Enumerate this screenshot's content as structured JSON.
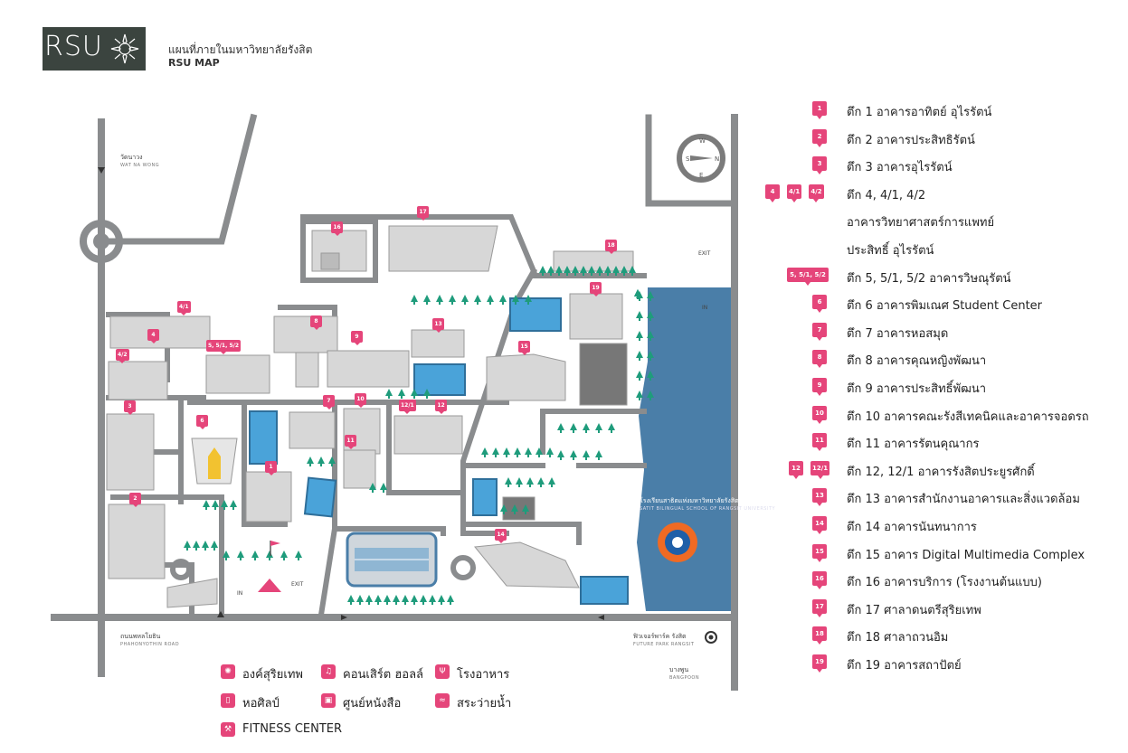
{
  "header": {
    "logo_text": "RSU",
    "title_th": "แผนที่ภายในมหาวิทยาลัยรังสิต",
    "title_en": "RSU MAP"
  },
  "map_labels": {
    "wat_na_wong_th": "วัดนาวง",
    "wat_na_wong_en": "WAT NA WONG",
    "phahonyothin_th": "ถนนพหลโยธิน",
    "phahonyothin_en": "PHAHONYOTHIN ROAD",
    "future_park_th": "ฟิวเจอร์พาร์ค รังสิต",
    "future_park_en": "FUTURE PARK RANGSIT",
    "bangpoon_th": "บางพูน",
    "bangpoon_en": "BANGPOON",
    "school_th": "โรงเรียนสาธิตแห่งมหาวิทยาลัยรังสิต",
    "school_en": "SATIT BILINGUAL SCHOOL OF RANGSIT UNIVERSITY",
    "exit": "EXIT",
    "in": "IN",
    "compass_n": "N",
    "compass_s": "S",
    "compass_e": "E",
    "compass_w": "W"
  },
  "map_pins": [
    {
      "id": "pin-16",
      "label": "16"
    },
    {
      "id": "pin-17",
      "label": "17"
    },
    {
      "id": "pin-18",
      "label": "18"
    },
    {
      "id": "pin-19",
      "label": "19"
    },
    {
      "id": "pin-4-1",
      "label": "4/1"
    },
    {
      "id": "pin-4",
      "label": "4"
    },
    {
      "id": "pin-4-2",
      "label": "4/2"
    },
    {
      "id": "pin-5",
      "label": "5, 5/1, 5/2"
    },
    {
      "id": "pin-8",
      "label": "8"
    },
    {
      "id": "pin-9",
      "label": "9"
    },
    {
      "id": "pin-13",
      "label": "13"
    },
    {
      "id": "pin-15",
      "label": "15"
    },
    {
      "id": "pin-3",
      "label": "3"
    },
    {
      "id": "pin-6",
      "label": "6"
    },
    {
      "id": "pin-7",
      "label": "7"
    },
    {
      "id": "pin-10",
      "label": "10"
    },
    {
      "id": "pin-12-1",
      "label": "12/1"
    },
    {
      "id": "pin-12",
      "label": "12"
    },
    {
      "id": "pin-11",
      "label": "11"
    },
    {
      "id": "pin-1",
      "label": "1"
    },
    {
      "id": "pin-2",
      "label": "2"
    },
    {
      "id": "pin-14",
      "label": "14"
    }
  ],
  "building_legend": [
    {
      "pins": [
        "1"
      ],
      "text": "ตึก 1 อาคารอาทิตย์ อุไรรัตน์"
    },
    {
      "pins": [
        "2"
      ],
      "text": "ตึก 2 อาคารประสิทธิรัตน์"
    },
    {
      "pins": [
        "3"
      ],
      "text": "ตึก 3 อาคารอุไรรัตน์"
    },
    {
      "pins": [
        "4",
        "4/1",
        "4/2"
      ],
      "text": "ตึก 4, 4/1, 4/2"
    },
    {
      "pins": [],
      "text": "อาคารวิทยาศาสตร์การแพทย์"
    },
    {
      "pins": [],
      "text": "ประสิทธิ์ อุไรรัตน์"
    },
    {
      "pins": [
        "5, 5/1, 5/2"
      ],
      "text": "ตึก 5, 5/1, 5/2 อาคารวิษณุรัตน์"
    },
    {
      "pins": [
        "6"
      ],
      "text": "ตึก 6 อาคารพิมเณศ Student Center"
    },
    {
      "pins": [
        "7"
      ],
      "text": "ตึก 7 อาคารหอสมุด"
    },
    {
      "pins": [
        "8"
      ],
      "text": "ตึก 8 อาคารคุณหญิงพัฒนา"
    },
    {
      "pins": [
        "9"
      ],
      "text": "ตึก 9 อาคารประสิทธิ์พัฒนา"
    },
    {
      "pins": [
        "10"
      ],
      "text": "ตึก 10 อาคารคณะรังสีเทคนิคและอาคารจอดรถ"
    },
    {
      "pins": [
        "11"
      ],
      "text": "ตึก 11 อาคารรัตนคุณากร"
    },
    {
      "pins": [
        "12",
        "12/1"
      ],
      "text": "ตึก 12, 12/1 อาคารรังสิตประยูรศักดิ์"
    },
    {
      "pins": [
        "13"
      ],
      "text": "ตึก 13 อาคารสำนักงานอาคารและสิ่งแวดล้อม"
    },
    {
      "pins": [
        "14"
      ],
      "text": "ตึก 14 อาคารนันทนาการ"
    },
    {
      "pins": [
        "15"
      ],
      "text": "ตึก 15 อาคาร Digital Multimedia Complex"
    },
    {
      "pins": [
        "16"
      ],
      "text": "ตึก 16 อาคารบริการ (โรงงานต้นแบบ)"
    },
    {
      "pins": [
        "17"
      ],
      "text": "ตึก 17 ศาลาดนตรีสุริยเทพ"
    },
    {
      "pins": [
        "18"
      ],
      "text": "ตึก 18 ศาลาถวนอิม"
    },
    {
      "pins": [
        "19"
      ],
      "text": "ตึก 19 อาคารสถาปัตย์"
    }
  ],
  "facility_legend": [
    {
      "icon": "sun-emblem-icon",
      "glyph": "✺",
      "text": "องค์สุริยเทพ"
    },
    {
      "icon": "music-note-icon",
      "glyph": "♫",
      "text": "คอนเสิร์ต ฮอลล์"
    },
    {
      "icon": "fork-knife-icon",
      "glyph": "Ψ",
      "text": "โรงอาหาร"
    },
    {
      "icon": "art-gallery-icon",
      "glyph": "▯",
      "text": "หอศิลป์"
    },
    {
      "icon": "book-icon",
      "glyph": "▣",
      "text": "ศูนย์หนังสือ"
    },
    {
      "icon": "swimmer-icon",
      "glyph": "≈",
      "text": "สระว่ายน้ำ"
    },
    {
      "icon": "dumbbell-icon",
      "glyph": "⚒",
      "text": "FITNESS CENTER"
    }
  ],
  "colors": {
    "road": "#8a8c8e",
    "pink": "#e5457a",
    "water": "#4a7ea8",
    "pool": "#4aa3d9",
    "tree": "#1f9c7c",
    "logo_bg": "#3b443f",
    "building": "#d7d7d7"
  }
}
